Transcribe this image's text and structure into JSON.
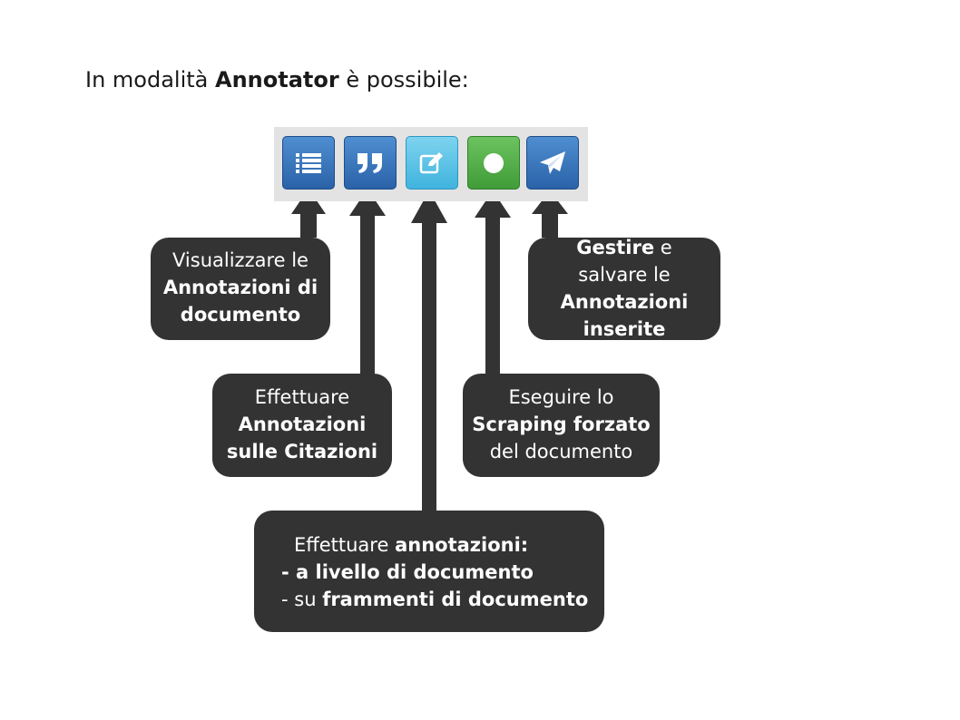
{
  "heading": {
    "prefix": "In modalità ",
    "bold": "Annotator",
    "suffix": " è possibile:"
  },
  "toolbar": {
    "buttons": [
      {
        "icon": "list-icon",
        "color": "#2f6db5"
      },
      {
        "icon": "quote-icon",
        "color": "#2f6db5"
      },
      {
        "icon": "edit-icon",
        "color": "#4fbde6"
      },
      {
        "icon": "circle-icon",
        "color": "#4aa842"
      },
      {
        "icon": "send-icon",
        "color": "#2f6db5"
      }
    ]
  },
  "callouts": {
    "visualize": {
      "l1": "Visualizzare le",
      "l2": "Annotazioni di",
      "l3": "documento"
    },
    "manage": {
      "l1_bold": "Gestire",
      "l1_rest": " e",
      "l2": "salvare le",
      "l3": "Annotazioni",
      "l4": "inserite"
    },
    "citations": {
      "l1": "Effettuare",
      "l2": "Annotazioni",
      "l3": "sulle Citazioni"
    },
    "scraping": {
      "l1": "Eseguire lo",
      "l2": "Scraping forzato",
      "l3": "del documento"
    },
    "annotations": {
      "l1_prefix": "Effettuare ",
      "l1_bold": "annotazioni:",
      "l2": "- a livello di documento",
      "l3_prefix": "- su ",
      "l3_bold": "frammenti di documento"
    }
  },
  "colors": {
    "callout_bg": "#333333",
    "arrow": "#333333",
    "toolbar_bg": "#e3e3e3"
  }
}
